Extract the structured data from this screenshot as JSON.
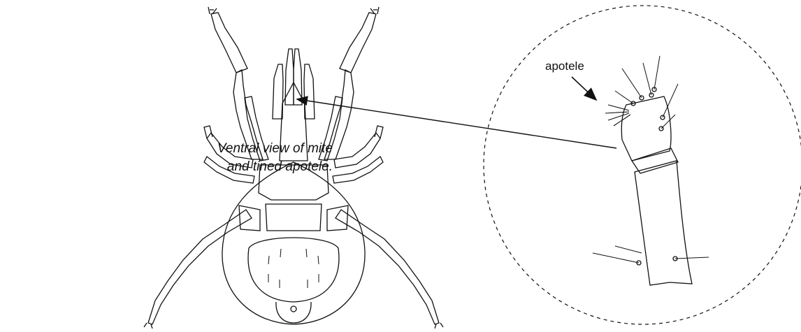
{
  "caption": {
    "line1": "Ventral  view of mite",
    "line2": "and tined apotele."
  },
  "labels": {
    "apotele": "apotele"
  },
  "colors": {
    "ink": "#111111",
    "background": "#ffffff"
  }
}
